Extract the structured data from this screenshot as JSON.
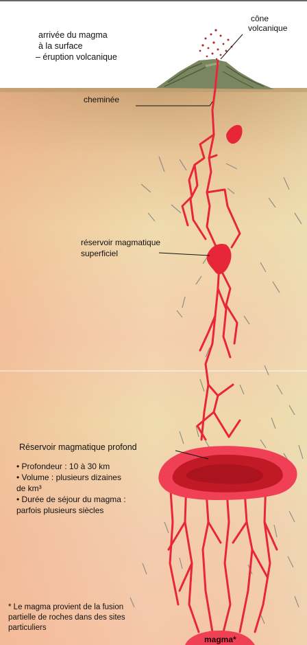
{
  "labels": {
    "surface_arrival": [
      "arrivée du magma",
      "à la surface",
      "– éruption volcanique"
    ],
    "cone": [
      "cône",
      "volcanique"
    ],
    "chimney": "cheminée",
    "shallow_reservoir": [
      "réservoir magmatique",
      "superficiel"
    ],
    "deep_reservoir_title": "Réservoir magmatique profond",
    "deep_reservoir_bullets": [
      "• Profondeur : 10 à 30 km",
      "• Volume : plusieurs dizaines",
      "de km³",
      "• Durée de séjour du magma :",
      "parfois plusieurs siècles"
    ],
    "footnote": [
      "* Le magma provient de la fusion",
      "partielle de roches dans des sites",
      "particuliers"
    ],
    "magma": "magma*"
  },
  "colors": {
    "sky": "#ffffff",
    "ground_top": "#cba87a",
    "ground_bottom": "#f2caa8",
    "ground_band": "#eedfb0",
    "magma": "#e8263a",
    "magma_dark": "#b3141f",
    "volcano": "#7f8a5e"
  }
}
